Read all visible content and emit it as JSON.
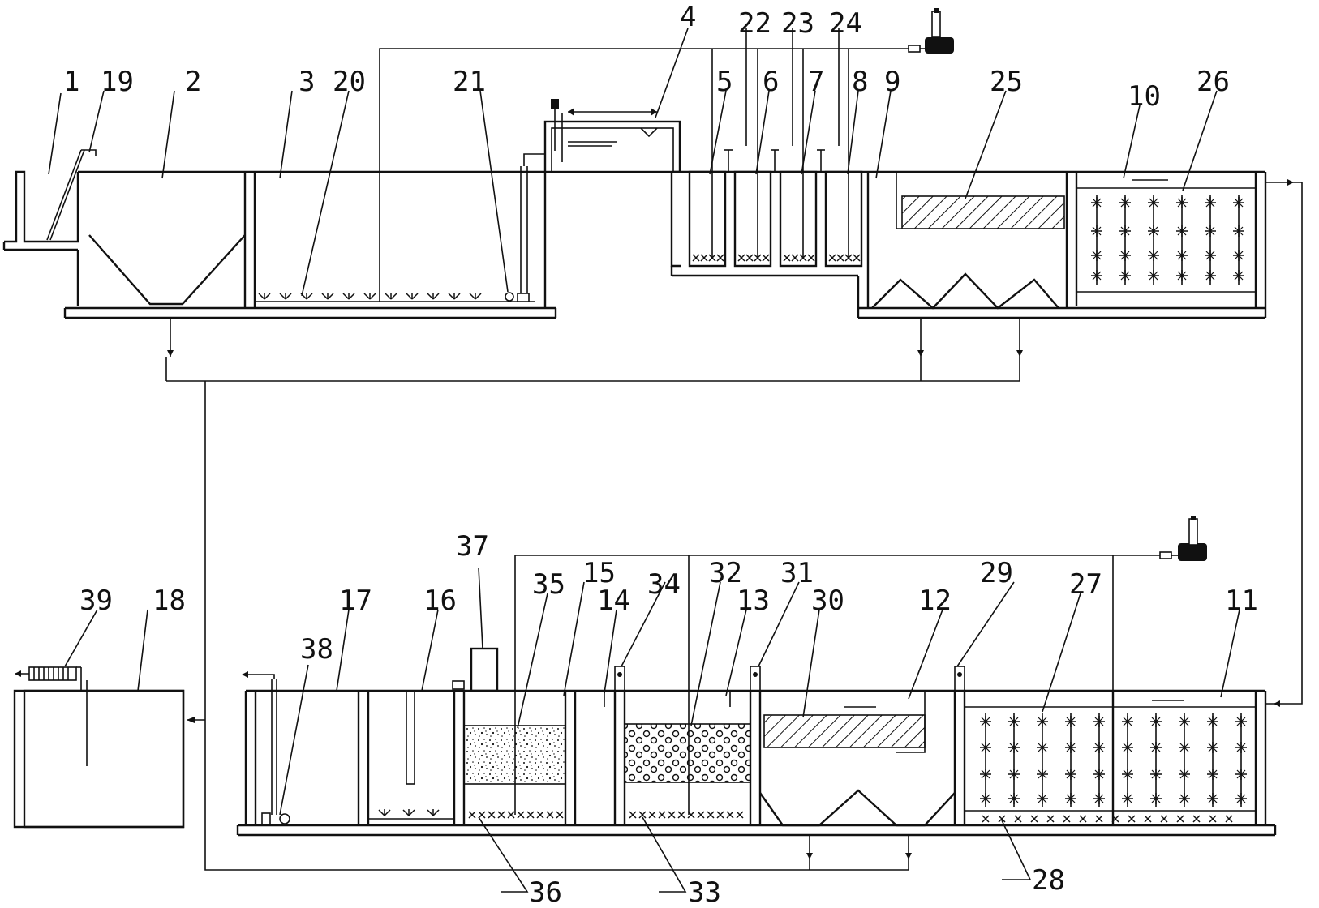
{
  "labels": {
    "l1": "1",
    "l2": "2",
    "l3": "3",
    "l4": "4",
    "l5": "5",
    "l6": "6",
    "l7": "7",
    "l8": "8",
    "l9": "9",
    "l10": "10",
    "l11": "11",
    "l12": "12",
    "l13": "13",
    "l14": "14",
    "l15": "15",
    "l16": "16",
    "l17": "17",
    "l18": "18",
    "l19": "19",
    "l20": "20",
    "l21": "21",
    "l22": "22",
    "l23": "23",
    "l24": "24",
    "l25": "25",
    "l26": "26",
    "l27": "27",
    "l28": "28",
    "l29": "29",
    "l30": "30",
    "l31": "31",
    "l32": "32",
    "l33": "33",
    "l34": "34",
    "l35": "35",
    "l36": "36",
    "l37": "37",
    "l38": "38",
    "l39": "39"
  },
  "colors": {
    "line": "#111111",
    "background": "#ffffff"
  },
  "icons": [
    "blower-icon",
    "aerator-icon",
    "pump-icon",
    "valve-icon",
    "sludge-press-icon"
  ]
}
